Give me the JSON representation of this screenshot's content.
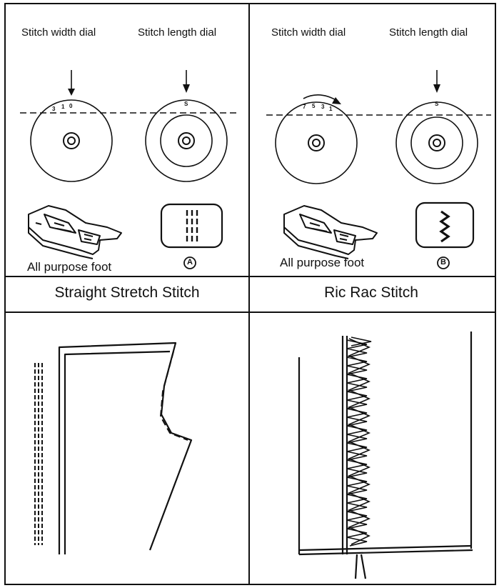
{
  "panel_left": {
    "width_dial_label": "Stitch width dial",
    "length_dial_label": "Stitch length dial",
    "width_dial_marks": [
      "3",
      "1",
      "0"
    ],
    "length_dial_mark": "S",
    "foot_label": "All purpose foot",
    "pattern_letter": "A",
    "title": "Straight Stretch Stitch"
  },
  "panel_right": {
    "width_dial_label": "Stitch width dial",
    "length_dial_label": "Stitch length dial",
    "width_dial_marks": [
      "7",
      "5",
      "3",
      "1"
    ],
    "length_dial_mark": "S",
    "foot_label": "All purpose foot",
    "pattern_letter": "B",
    "title": "Ric Rac Stitch"
  }
}
